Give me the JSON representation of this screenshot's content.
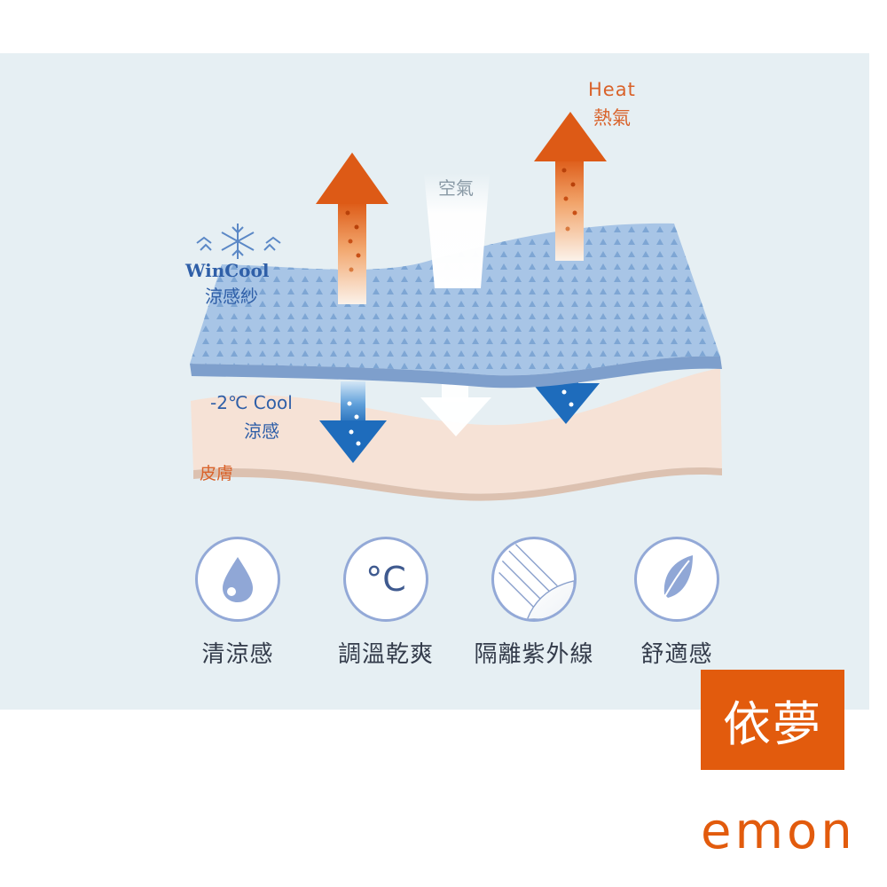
{
  "diagram": {
    "heat_en": "Heat",
    "heat_zh": "熱氣",
    "air": "空氣",
    "brand_fabric": "WinCool",
    "fabric_zh": "涼感紗",
    "cool_en": "-2℃  Cool",
    "cool_zh": "涼感",
    "skin": "皮膚"
  },
  "features": [
    {
      "icon": "water-drop-icon",
      "label": "清涼感"
    },
    {
      "icon": "celsius-icon",
      "symbol": "°C",
      "label": "調溫乾爽"
    },
    {
      "icon": "uv-shield-icon",
      "label": "隔離紫外線"
    },
    {
      "icon": "feather-icon",
      "label": "舒適感"
    }
  ],
  "logo": {
    "main": "依夢",
    "sub": "emon"
  },
  "colors": {
    "panel": "#e6eff3",
    "fabric": "#a8c5e6",
    "skin": "#f6e2d6",
    "heat_arrow": "#e0621f",
    "cool_arrow": "#1f6fc0",
    "text_blue": "#2f5fa8",
    "text_orange": "#d9622a",
    "logo_bg": "#e25b0d"
  }
}
